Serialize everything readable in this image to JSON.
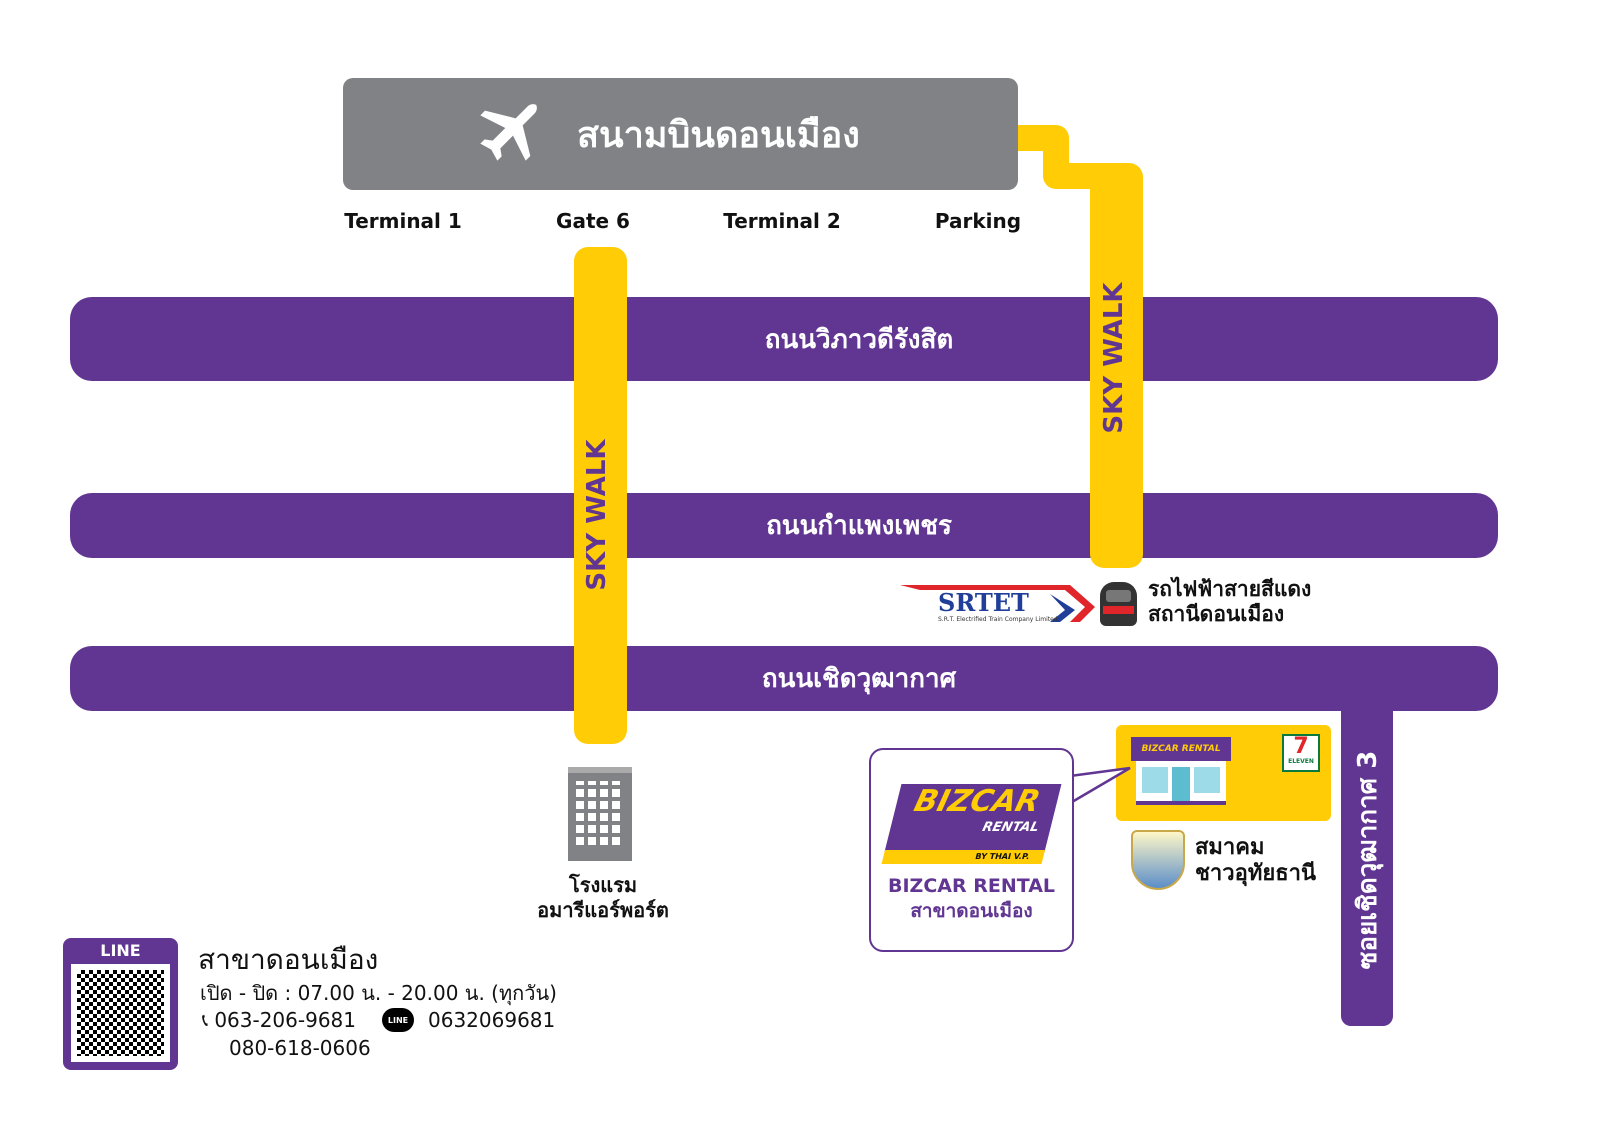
{
  "airport": {
    "name": "สนามบินดอนเมือง",
    "icon": "airplane-icon"
  },
  "airport_points": [
    "Terminal 1",
    "Gate 6",
    "Terminal 2",
    "Parking"
  ],
  "roads": {
    "road1": "ถนนวิภาวดีรังสิต",
    "road2": "ถนนกำแพงเพชร",
    "road3": "ถนนเชิดวุฒากาศ",
    "soi": "ซอยเชิดวุฒากาศ 3"
  },
  "skywalk_label": "SKY WALK",
  "train": {
    "logo_text": "SRTET",
    "logo_subtext": "S.R.T. Electrified Train Company Limited",
    "line1": "รถไฟฟ้าสายสีแดง",
    "line2": "สถานีดอนเมือง"
  },
  "hotel": {
    "line1": "โรงแรม",
    "line2": "อมารีแอร์พอร์ต"
  },
  "store": {
    "sign": "BIZCAR RENTAL",
    "seven_eleven": "ELEVEN"
  },
  "association": {
    "line1": "สมาคม",
    "line2": "ชาวอุทัยธานี"
  },
  "callout": {
    "logo_main": "BIZCAR",
    "logo_sub": "RENTAL",
    "logo_by": "BY THAI V.P.",
    "title": "BIZCAR RENTAL",
    "branch": "สาขาดอนเมือง"
  },
  "contact": {
    "line_label": "LINE",
    "branch": "สาขาดอนเมือง",
    "hours": "เปิด - ปิด : 07.00 น. - 20.00 น. (ทุกวัน)",
    "phone1": "063-206-9681",
    "phone2": "080-618-0606",
    "line_badge": "LINE",
    "line_id": "0632069681"
  },
  "colors": {
    "purple": "#613592",
    "yellow": "#FFCC05",
    "gray": "#808285"
  }
}
